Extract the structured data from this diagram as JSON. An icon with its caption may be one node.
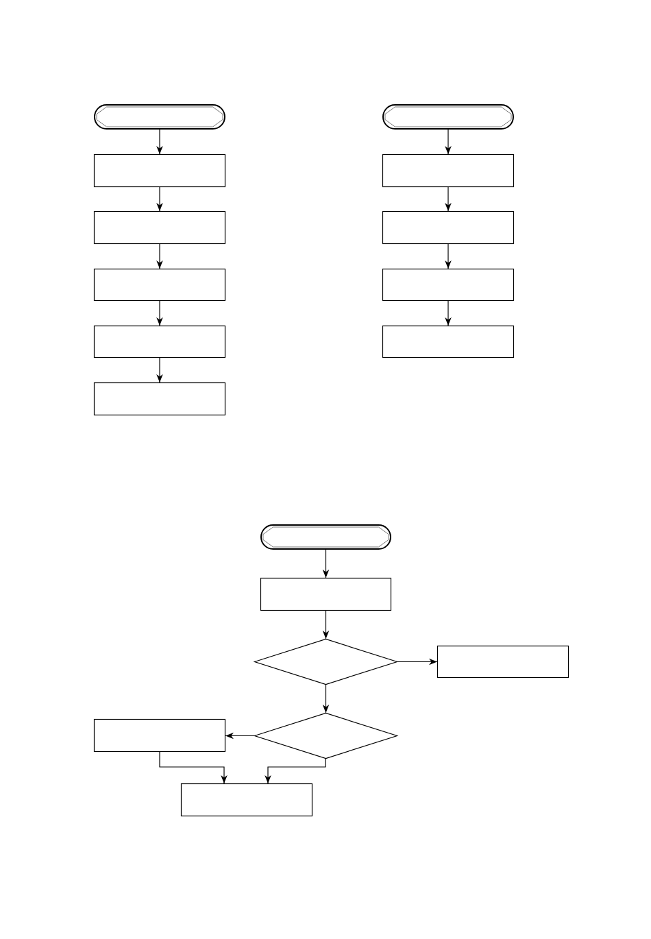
{
  "diagram": {
    "nodes": [
      {
        "text": [],
        "shape": "capsule"
      },
      {
        "text": [],
        "shape": "box"
      },
      {
        "text": [],
        "shape": "box"
      },
      {
        "text": [],
        "shape": "box"
      },
      {
        "text": [],
        "shape": "box"
      },
      {
        "text": [],
        "shape": "box"
      },
      {
        "text": [],
        "shape": "capsule"
      },
      {
        "text": [],
        "shape": "box"
      },
      {
        "text": [],
        "shape": "box"
      },
      {
        "text": [],
        "shape": "box"
      },
      {
        "text": [],
        "shape": "box"
      },
      {
        "text": [],
        "shape": "capsule"
      },
      {
        "text": [],
        "shape": "box"
      },
      {
        "text": [],
        "shape": "diamond"
      },
      {
        "text": [],
        "shape": "box"
      },
      {
        "text": [],
        "shape": "diamond"
      },
      {
        "text": [],
        "shape": "box"
      },
      {
        "text": [],
        "shape": "box"
      }
    ],
    "edges": [
      {
        "from": 0,
        "to": 1,
        "arrow": "to"
      },
      {
        "from": 1,
        "to": 2,
        "arrow": "to"
      },
      {
        "from": 2,
        "to": 3,
        "arrow": "to"
      },
      {
        "from": 3,
        "to": 4,
        "arrow": "to"
      },
      {
        "from": 4,
        "to": 5,
        "arrow": "to"
      },
      {
        "from": 6,
        "to": 7,
        "arrow": "to"
      },
      {
        "from": 7,
        "to": 8,
        "arrow": "to"
      },
      {
        "from": 8,
        "to": 9,
        "arrow": "to"
      },
      {
        "from": 9,
        "to": 10,
        "arrow": "to"
      },
      {
        "from": 11,
        "to": 12,
        "arrow": "to"
      },
      {
        "from": 12,
        "to": 13,
        "arrow": "to"
      },
      {
        "from": 13,
        "to": 14,
        "arrow": "to"
      },
      {
        "from": 13,
        "to": 15,
        "arrow": "to"
      },
      {
        "from": 15,
        "to": 16,
        "arrow": "to"
      },
      {
        "from": 16,
        "to": 17,
        "arrow": "to"
      },
      {
        "from": 15,
        "to": 17,
        "arrow": "to"
      }
    ]
  }
}
